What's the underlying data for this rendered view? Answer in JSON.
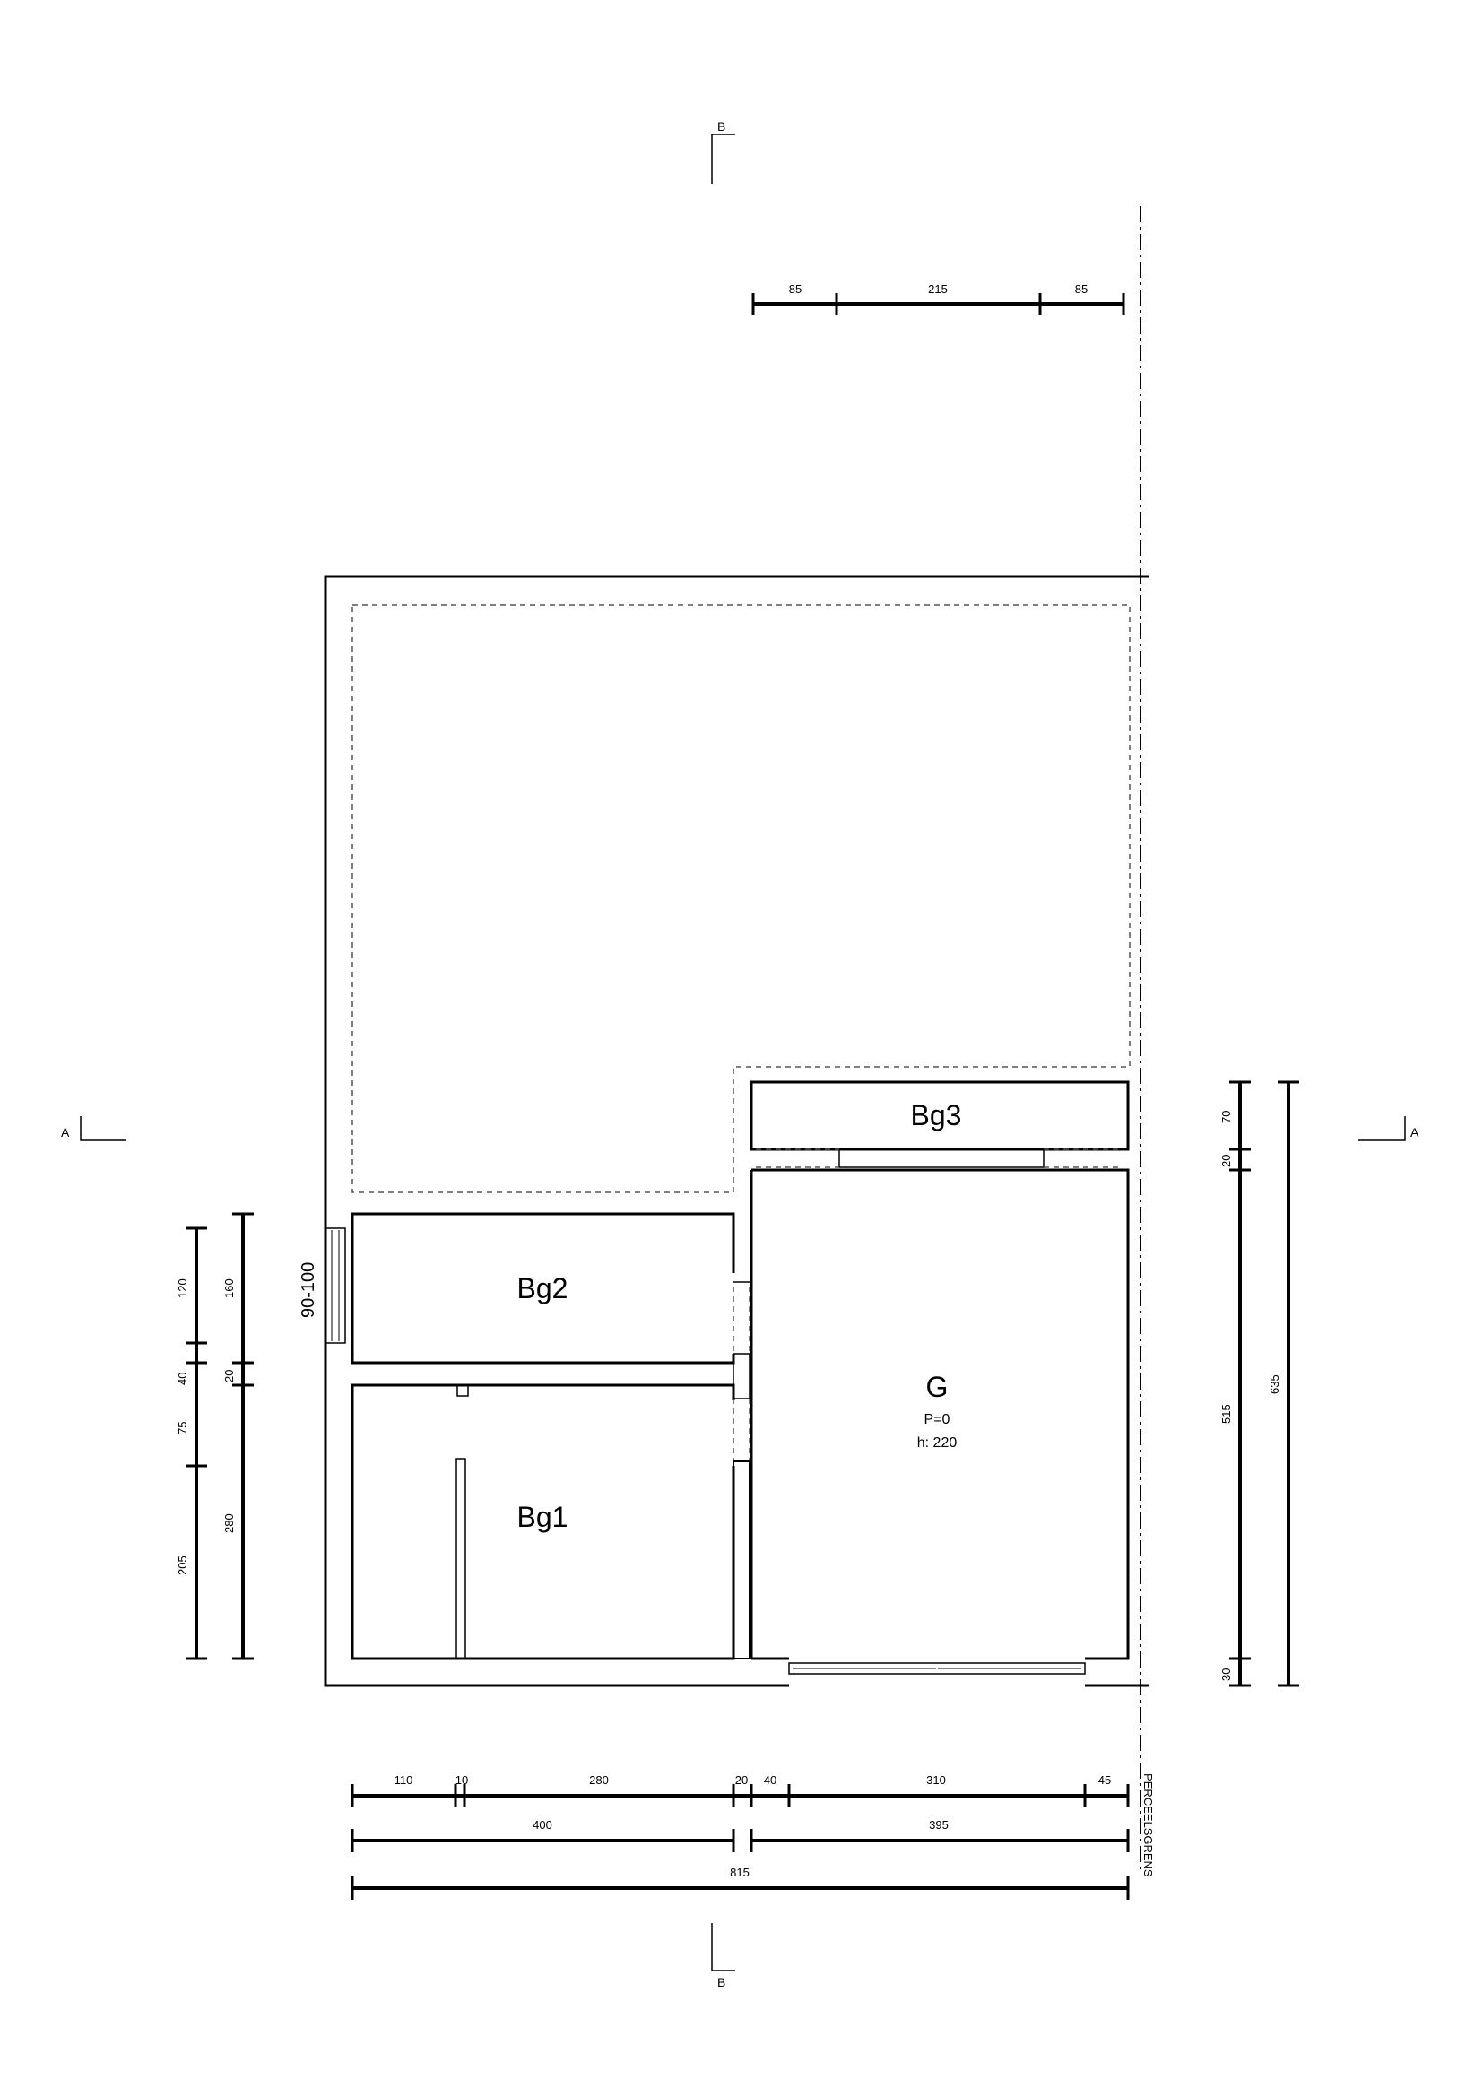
{
  "section_marks": {
    "b_top": "B",
    "b_bottom": "B",
    "a_left": "A",
    "a_right": "A"
  },
  "rooms": {
    "bg1": "Bg1",
    "bg2": "Bg2",
    "bg3": "Bg3",
    "g": "G",
    "g_p": "P=0",
    "g_h": "h: 220"
  },
  "window_label": "90-100",
  "boundary_label": "PERCEELSGRENS",
  "dimensions": {
    "top": [
      "85",
      "215",
      "85"
    ],
    "bottom_row1": [
      "110",
      "10",
      "280",
      "20",
      "40",
      "310",
      "45"
    ],
    "bottom_row2": [
      "400",
      "395"
    ],
    "bottom_row3": [
      "815"
    ],
    "left_inner": [
      "120",
      "40",
      "75",
      "205"
    ],
    "left_outer": [
      "160",
      "20",
      "280"
    ],
    "right_inner": [
      "70",
      "20",
      "515",
      "30"
    ],
    "right_outer": [
      "635"
    ]
  }
}
